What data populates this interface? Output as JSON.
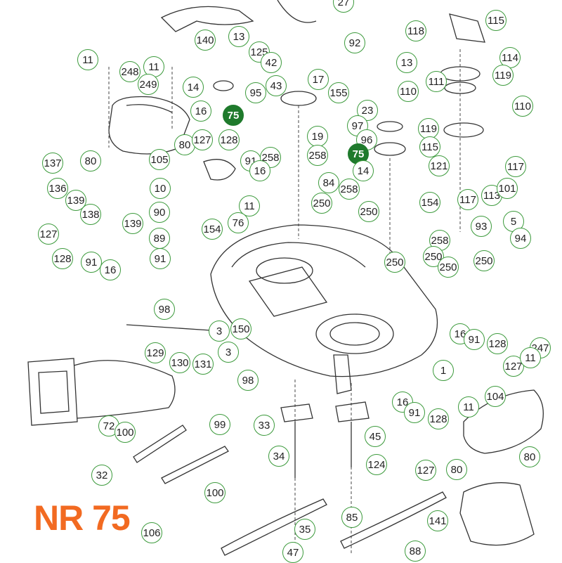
{
  "title": "NR 75",
  "colors": {
    "callout_ring": "#3c9a3c",
    "highlight_fill": "#1f7a2c",
    "title_color": "#f26a21",
    "line_art": "#333333"
  },
  "highlighted_part": "75",
  "callouts": [
    "27",
    "140",
    "13",
    "92",
    "118",
    "115",
    "11",
    "248",
    "11",
    "125",
    "42",
    "114",
    "249",
    "14",
    "43",
    "17",
    "13",
    "119",
    "95",
    "155",
    "111",
    "110",
    "16",
    "75",
    "110",
    "23",
    "97",
    "119",
    "19",
    "96",
    "115",
    "105",
    "80",
    "127",
    "128",
    "91",
    "258",
    "258",
    "75",
    "121",
    "137",
    "80",
    "16",
    "14",
    "117",
    "136",
    "10",
    "84",
    "258",
    "139",
    "250",
    "11",
    "117",
    "113",
    "101",
    "90",
    "76",
    "250",
    "154",
    "138",
    "139",
    "154",
    "5",
    "127",
    "93",
    "258",
    "94",
    "89",
    "128",
    "91",
    "16",
    "91",
    "250",
    "250",
    "250",
    "250",
    "98",
    "3",
    "150",
    "16",
    "91",
    "128",
    "129",
    "247",
    "130",
    "131",
    "3",
    "127",
    "11",
    "98",
    "1",
    "72",
    "100",
    "99",
    "33",
    "16",
    "91",
    "128",
    "11",
    "104",
    "45",
    "34",
    "124",
    "127",
    "80",
    "80",
    "32",
    "100",
    "85",
    "141",
    "35",
    "106",
    "47",
    "88"
  ]
}
